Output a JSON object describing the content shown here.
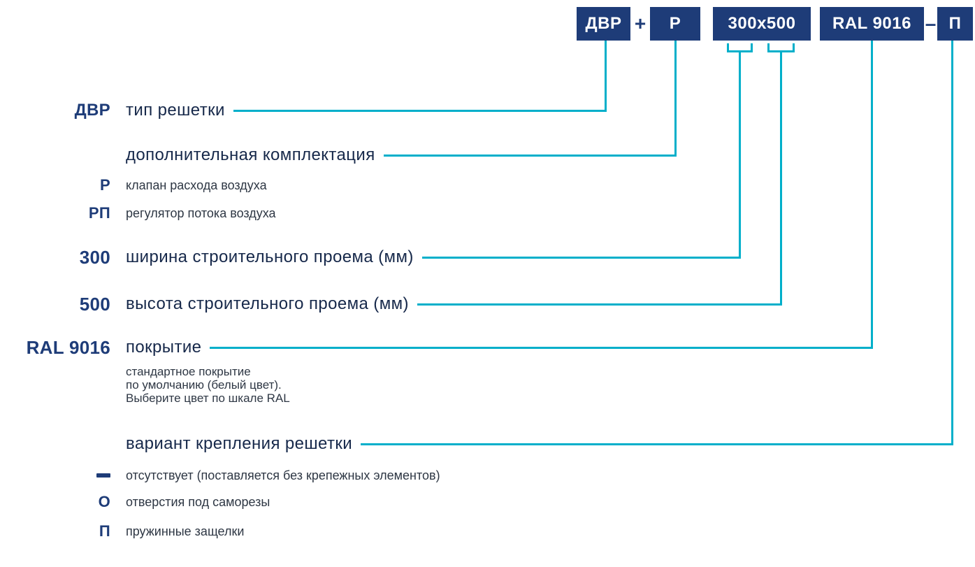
{
  "colors": {
    "navy": "#1e3c78",
    "teal": "#00afca",
    "body_text": "#2e3744",
    "title_text": "#16284a"
  },
  "code_line": {
    "type": "ДВР",
    "plus": "+",
    "extra": "Р",
    "size": "300x500",
    "coating": "RAL 9016",
    "dash": "–",
    "mounting": "П"
  },
  "sections": {
    "type": {
      "code": "ДВР",
      "title": "тип решетки"
    },
    "extra": {
      "title": "дополнительная комплектация",
      "items": [
        {
          "code": "Р",
          "text": "клапан расхода воздуха"
        },
        {
          "code": "РП",
          "text": "регулятор потока воздуха"
        }
      ]
    },
    "width": {
      "code": "300",
      "title": "ширина строительного проема (мм)"
    },
    "height": {
      "code": "500",
      "title": "высота строительного проема (мм)"
    },
    "coating": {
      "code": "RAL 9016",
      "title": "покрытие",
      "note": "стандартное покрытие\nпо умолчанию (белый цвет).\nВыберите цвет по шкале RAL"
    },
    "mounting": {
      "title": "вариант крепления решетки",
      "items": [
        {
          "code": "–",
          "text": "отсутствует (поставляется без крепежных элементов)"
        },
        {
          "code": "О",
          "text": "отверстия под саморезы"
        },
        {
          "code": "П",
          "text": "пружинные защелки"
        }
      ]
    }
  }
}
